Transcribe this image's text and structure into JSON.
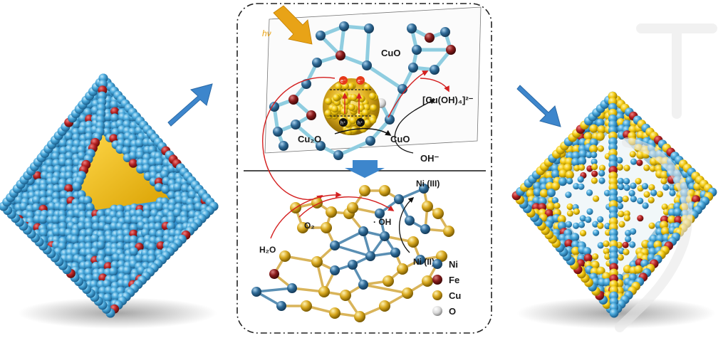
{
  "diagram": {
    "top_panel": {
      "light_label": "hν",
      "cuo_label_1": "CuO",
      "cuo_label_2": "CuO",
      "cu2o_label": "Cu₂O",
      "complex_label": "[Cu(OH)₄]²⁻",
      "oh_minus_label": "OH⁻",
      "electron_label": "e⁻",
      "hole_label": "h⁺"
    },
    "bottom_panel": {
      "ni3_label": "Ni (III)",
      "ni2_label": "Ni (II)",
      "o2_label": "O₂",
      "oh_radical_label": "· OH",
      "h2o_label": "H₂O"
    },
    "legend": [
      {
        "label": "Ni",
        "color": "#2f6a96"
      },
      {
        "label": "Fe",
        "color": "#8a1c1c"
      },
      {
        "label": "Cu",
        "color": "#e6c21e"
      },
      {
        "label": "O",
        "color": "#d8d8d8"
      }
    ],
    "colors": {
      "ni_blue": "#4aa9dc",
      "fe_red": "#b52222",
      "cu_yellow": "#f2c80f",
      "arrow_blue": "#3d86cc",
      "light_arrow": "#e8a317",
      "bond_blue": "#8fcde0",
      "bond_gold": "#d9b45a",
      "red_arrow": "#d42020"
    }
  }
}
